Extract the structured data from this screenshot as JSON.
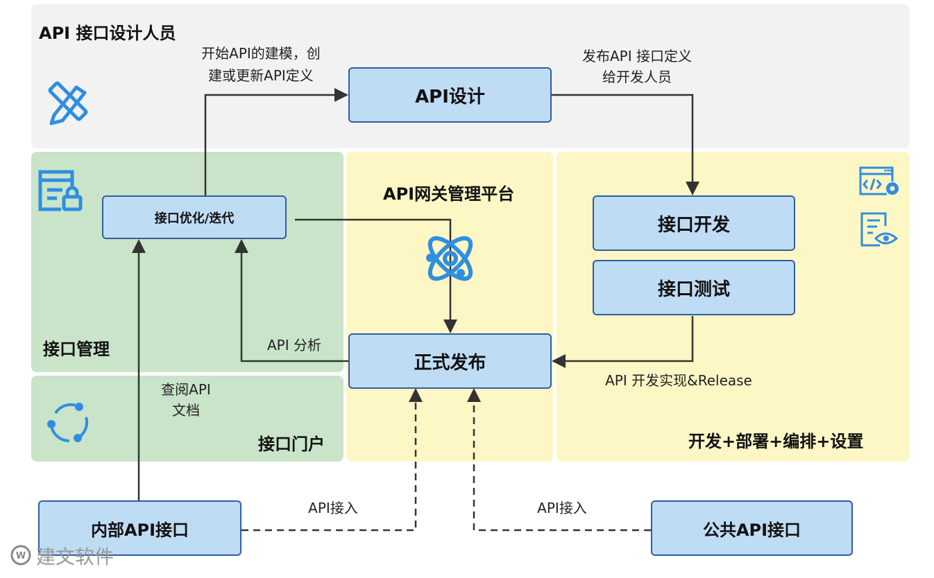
{
  "sections": {
    "designer": "API 接口设计人员",
    "gateway": "API网关管理平台",
    "management": "接口管理",
    "portal": "接口门户",
    "devops": "开发+部署+编排+设置"
  },
  "boxes": {
    "api_design": "API设计",
    "optimize": "接口优化/迭代",
    "release": "正式发布",
    "dev": "接口开发",
    "test": "接口测试",
    "internal_api": "内部API接口",
    "public_api": "公共API接口"
  },
  "labels": {
    "start_modeling_1": "开始API的建模，创",
    "start_modeling_2": "建或更新API定义",
    "publish_def_1": "发布API 接口定义",
    "publish_def_2": "给开发人员",
    "api_analysis": "API 分析",
    "view_docs_1": "查阅API",
    "view_docs_2": "文档",
    "dev_release": "API 开发实现&Release",
    "access_left": "API接入",
    "access_right": "API接入"
  },
  "watermark": "建文软件",
  "colors": {
    "designer_bg": "#f2f2f2",
    "management_bg": "#c9e4c9",
    "gateway_bg": "#fdf6c5",
    "box_fill": "#bfdcf5",
    "box_border": "#2f5e9e",
    "icon_blue": "#2f8ee0"
  },
  "icons": [
    "ruler-pencil-icon",
    "form-lock-icon",
    "cycle-icon",
    "atom-icon",
    "code-gear-icon",
    "document-eye-icon",
    "watermark-logo-icon"
  ]
}
